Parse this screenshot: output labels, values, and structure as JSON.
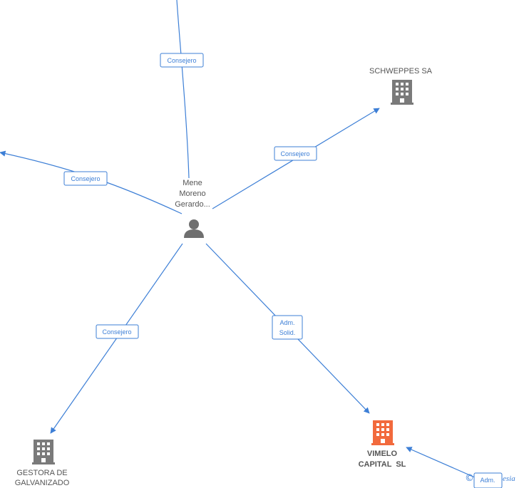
{
  "nodes": {
    "center_person": {
      "label_lines": [
        "Mene",
        "Moreno",
        "Gerardo..."
      ],
      "icon": "person-icon"
    },
    "schweppes": {
      "label_lines": [
        "SCHWEPPES SA"
      ],
      "icon": "building-icon"
    },
    "gestora": {
      "label_lines": [
        "GESTORA DE",
        "GALVANIZADO"
      ],
      "icon": "building-icon"
    },
    "vimelo": {
      "label_lines": [
        "VIMELO",
        "CAPITAL  SL"
      ],
      "icon": "building-icon"
    }
  },
  "edges": {
    "top": {
      "label_lines": [
        "Consejero"
      ]
    },
    "left": {
      "label_lines": [
        "Consejero"
      ]
    },
    "schweppes": {
      "label_lines": [
        "Consejero"
      ]
    },
    "gestora": {
      "label_lines": [
        "Consejero"
      ]
    },
    "vimelo": {
      "label_lines": [
        "Adm.",
        "Solid."
      ]
    },
    "bottom_right": {
      "label_lines": [
        "Adm."
      ]
    }
  },
  "footer": {
    "copyright_symbol": "©",
    "brand_partial": "esia"
  },
  "colors": {
    "edge": "#3d7fd6",
    "node_grey": "#7a7a7a",
    "accent": "#f26a3d"
  }
}
